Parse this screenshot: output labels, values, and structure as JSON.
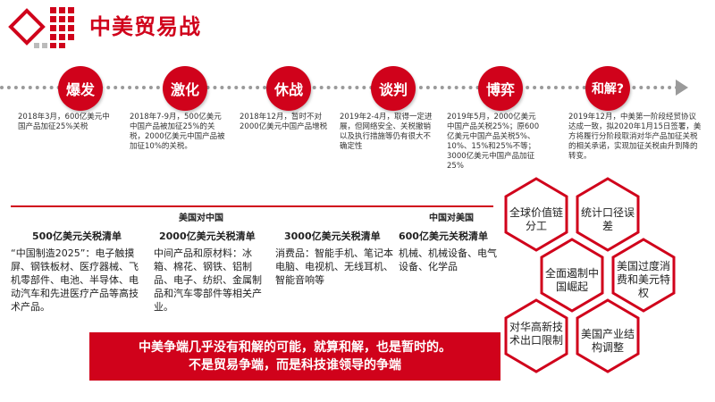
{
  "header": {
    "title": "中美贸易战"
  },
  "timeline": [
    {
      "label": "爆发",
      "text": "2018年3月，600亿美元中国产品加征25%关税"
    },
    {
      "label": "激化",
      "text": "2018年7-9月，500亿美元中国产品被加征25%的关税，2000亿美元中国产品被加征10%的关税。"
    },
    {
      "label": "休战",
      "text": "2018年12月，暂时不对2000亿美元中国产品增税"
    },
    {
      "label": "谈判",
      "text": "2019年2-4月，取得一定进展，但网络安全、关税撤销以及执行措施等仍有很大不确定性"
    },
    {
      "label": "博弈",
      "text": "2019年5月，2000亿美元中国产品关税25%；原600亿美元中国产品关税5%、10%、15%和25%不等；3000亿美元中国产品加征25%"
    },
    {
      "label": "和解?",
      "text": "2019年12月，中美第一阶段经贸协议达成一致，拟2020年1月15日签署，美方将履行分阶段取消对华产品加征关税的相关承诺，实现加征关税由升到降的转变。"
    }
  ],
  "tariffs": {
    "us_to_china_label": "美国对中国",
    "china_to_us_label": "中国对美国",
    "lists": [
      {
        "title": "500亿美元关税清单",
        "body": "“中国制造2025”：电子触摸屏、钢铁板材、医疗器械、飞机零部件、电池、半导体、电动汽车和先进医疗产品等高技术产品。"
      },
      {
        "title": "2000亿美元关税清单",
        "body": "中间产品和原材料：冰箱、棉花、钢铁、铝制品、电子、纺织、金属制品和汽车零部件等相关产业。"
      },
      {
        "title": "3000亿美元关税清单",
        "body": "消费品：智能手机、笔记本电脑、电视机、无线耳机、智能音响等"
      },
      {
        "title": "600亿美元关税清单",
        "body": "机械、机械设备、电气设备、化学品"
      }
    ]
  },
  "banner": {
    "line1": "中美争端几乎没有和解的可能，就算和解，也是暂时的。",
    "line2": "不是贸易争端，而是科技谁领导的争端"
  },
  "hexagons": [
    {
      "text": "全球价值链分工"
    },
    {
      "text": "统计口径误差"
    },
    {
      "text": "全面遏制中国崛起"
    },
    {
      "text": "美国过度消费和美元特权"
    },
    {
      "text": "对华高新技术出口限制"
    },
    {
      "text": "美国产业结构调整"
    }
  ],
  "colors": {
    "accent": "#d0021b",
    "timeline": "#9a9a9a"
  }
}
